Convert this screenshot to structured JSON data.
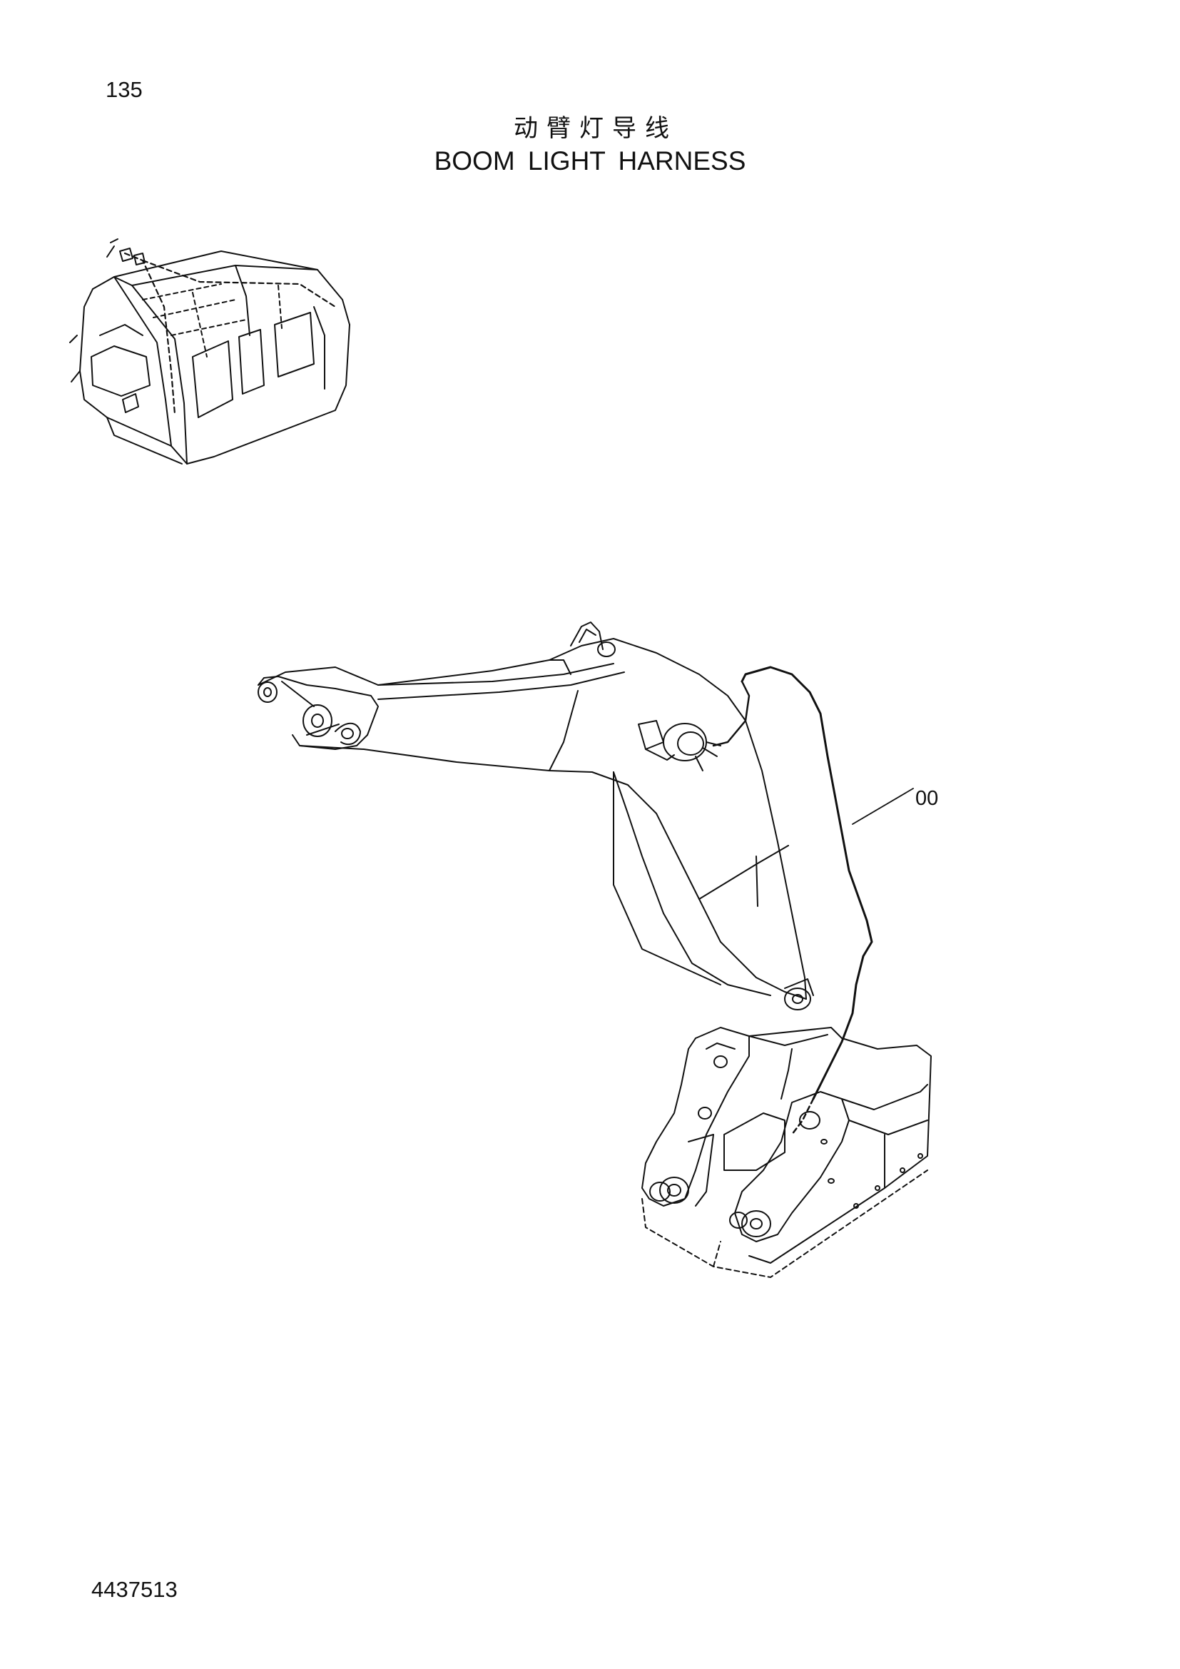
{
  "page": {
    "number": "135",
    "title_cn": "动臂灯导线",
    "title_en": "BOOM LIGHT HARNESS",
    "document_number": "4437513"
  },
  "diagram": {
    "callouts": [
      {
        "label": "00"
      }
    ]
  }
}
